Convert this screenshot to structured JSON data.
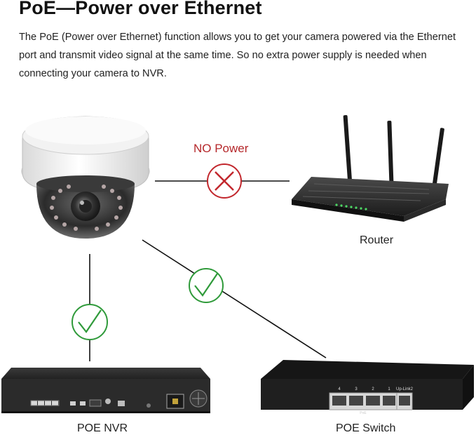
{
  "heading": "PoE—Power over Ethernet",
  "description": "The PoE (Power over Ethernet) function allows you to get your camera powered via the Ethernet port and transmit video signal at the same time. So no extra power supply is needed when connecting your camera to NVR.",
  "connections": {
    "router": {
      "status_label": "NO Power",
      "status_icon": "cross-icon",
      "color": "#c2272d"
    },
    "nvr": {
      "status_icon": "check-icon",
      "color": "#2f9a3a"
    },
    "switch": {
      "status_icon": "check-icon",
      "color": "#2f9a3a"
    }
  },
  "devices": {
    "camera": {
      "icon": "dome-camera-icon"
    },
    "router": {
      "label": "Router",
      "icon": "router-icon"
    },
    "nvr": {
      "label": "POE NVR",
      "icon": "nvr-icon"
    },
    "switch": {
      "label": "POE Switch",
      "icon": "poe-switch-icon",
      "port_numbers": [
        "4",
        "3",
        "2",
        "1"
      ],
      "uplink_label": "Up-Link2",
      "port_group_label": "PoE"
    }
  }
}
